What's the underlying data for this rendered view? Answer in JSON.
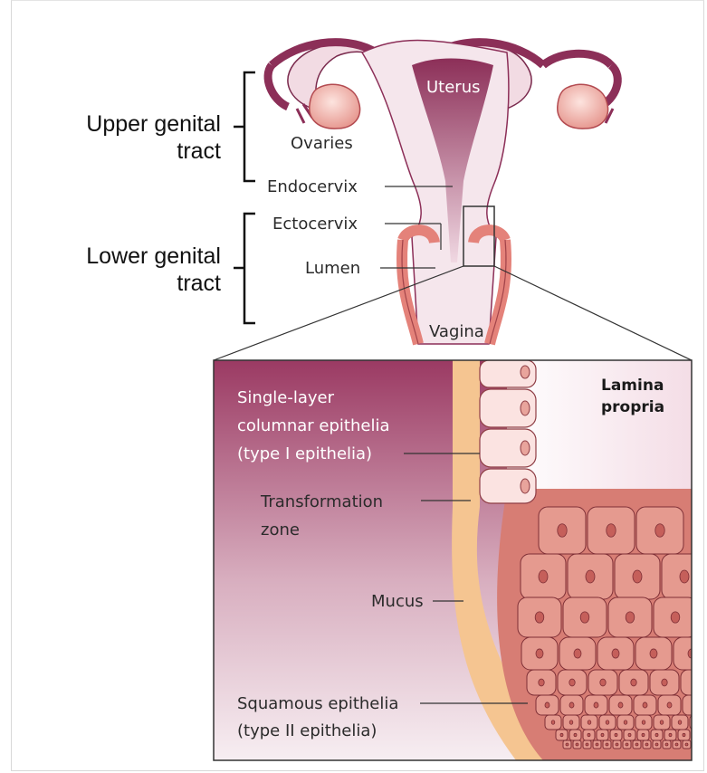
{
  "regions": {
    "upper": [
      "Upper genital",
      "tract"
    ],
    "lower": [
      "Lower genital",
      "tract"
    ]
  },
  "anatomy_labels": {
    "uterus": "Uterus",
    "ovaries": "Ovaries",
    "endocervix": "Endocervix",
    "ectocervix": "Ectocervix",
    "lumen": "Lumen",
    "vagina": "Vagina"
  },
  "inset_labels": {
    "lamina_propria": [
      "Lamina",
      "propria"
    ],
    "columnar": [
      "Single-layer",
      "columnar epithelia",
      "(type I epithelia)"
    ],
    "transformation": [
      "Transformation",
      "zone"
    ],
    "mucus": "Mucus",
    "squamous": [
      "Squamous epithelia",
      "(type II epithelia)"
    ]
  },
  "colors": {
    "uterus_dark": "#8c2f58",
    "tissue_light": "#f3e4ea",
    "ovary": "#f2b5ad",
    "mucus": "#f5c591",
    "squamous_cell": "#e59a8f",
    "columnar_cell": "#fbe3e1"
  }
}
